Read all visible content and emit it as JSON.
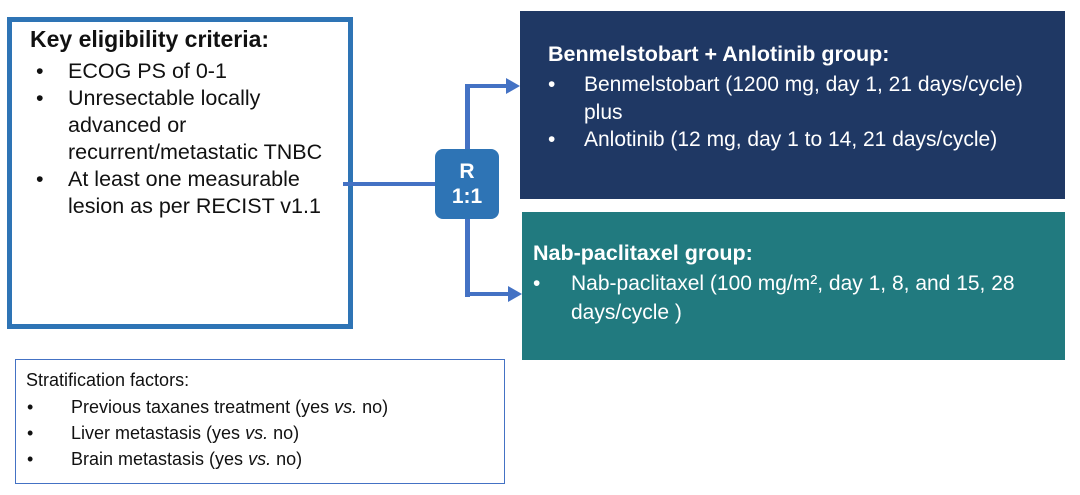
{
  "eligibility": {
    "title": "Key eligibility criteria:",
    "items": [
      "ECOG PS of 0-1",
      "Unresectable locally advanced or recurrent/metastatic TNBC",
      "At least one measurable lesion as per RECIST v1.1"
    ]
  },
  "randomization": {
    "label": "R",
    "ratio": "1:1"
  },
  "arm_a": {
    "title": "Benmelstobart + Anlotinib group:",
    "items": [
      "Benmelstobart (1200 mg, day 1, 21 days/cycle) plus",
      "Anlotinib (12 mg, day 1 to 14, 21 days/cycle)"
    ]
  },
  "arm_b": {
    "title": "Nab-paclitaxel group:",
    "items": [
      "Nab-paclitaxel (100 mg/m², day 1, 8, and 15, 28 days/cycle  )"
    ]
  },
  "stratification": {
    "title": "Stratification factors:",
    "items": [
      {
        "before": "Previous taxanes treatment (yes ",
        "vs": "vs.",
        "after": " no)"
      },
      {
        "before": "Liver metastasis (yes ",
        "vs": "vs.",
        "after": " no)"
      },
      {
        "before": "Brain metastasis (yes ",
        "vs": "vs.",
        "after": " no)"
      }
    ]
  },
  "colors": {
    "eligibility_border": "#2e74b5",
    "connector": "#4472c4",
    "badge": "#2e74b5",
    "arm_a_fill": "#1f3864",
    "arm_b_fill": "#217a7f",
    "strat_border": "#4472c4"
  }
}
